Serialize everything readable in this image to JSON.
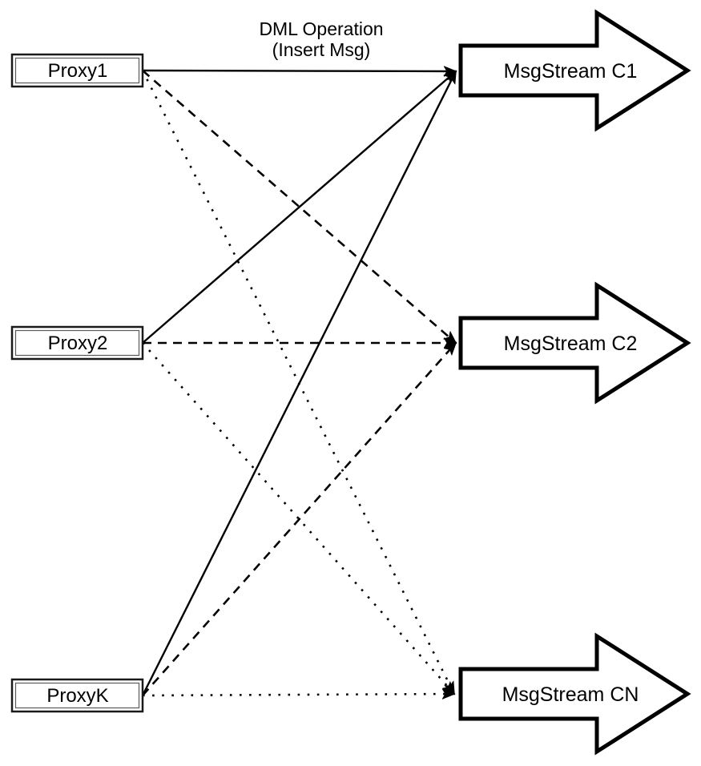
{
  "diagram": {
    "edge_label": {
      "line1": "DML Operation",
      "line2": "(Insert Msg)"
    },
    "proxies": [
      {
        "id": "proxy1",
        "label": "Proxy1"
      },
      {
        "id": "proxy2",
        "label": "Proxy2"
      },
      {
        "id": "proxyk",
        "label": "ProxyK"
      }
    ],
    "streams": [
      {
        "id": "c1",
        "label": "MsgStream C1"
      },
      {
        "id": "c2",
        "label": "MsgStream C2"
      },
      {
        "id": "cn",
        "label": "MsgStream CN"
      }
    ],
    "edges": [
      {
        "from": "proxy1",
        "to": "c1",
        "style": "solid"
      },
      {
        "from": "proxy2",
        "to": "c1",
        "style": "solid"
      },
      {
        "from": "proxyk",
        "to": "c1",
        "style": "solid"
      },
      {
        "from": "proxy1",
        "to": "c2",
        "style": "dashed"
      },
      {
        "from": "proxy2",
        "to": "c2",
        "style": "dashed"
      },
      {
        "from": "proxyk",
        "to": "c2",
        "style": "dashed"
      },
      {
        "from": "proxy1",
        "to": "cn",
        "style": "dotted"
      },
      {
        "from": "proxy2",
        "to": "cn",
        "style": "dotted"
      },
      {
        "from": "proxyk",
        "to": "cn",
        "style": "dotted"
      }
    ],
    "colors": {
      "stroke": "#000000",
      "box_inner_stroke": "#595959",
      "fill": "#ffffff",
      "background": "#ffffff",
      "text": "#000000"
    }
  }
}
